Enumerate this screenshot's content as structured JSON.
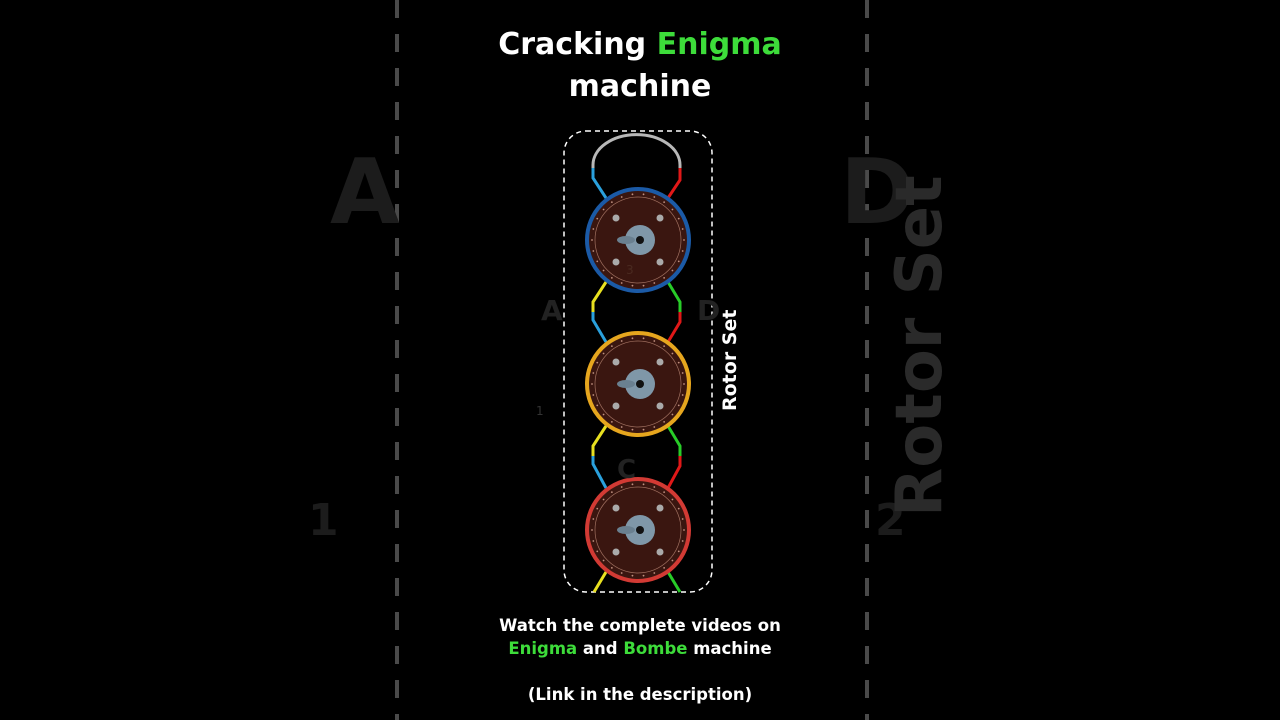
{
  "title": {
    "part1": "Cracking ",
    "highlight": "Enigma",
    "line2": "machine"
  },
  "diagram": {
    "label": "Rotor Set",
    "rotors": [
      {
        "ring_color": "#1b5aa6"
      },
      {
        "ring_color": "#e6a61e"
      },
      {
        "ring_color": "#d23a34"
      }
    ],
    "faint_letters": {
      "a": "A",
      "d": "D",
      "one": "1",
      "two": "2",
      "c": "C",
      "three": "3"
    }
  },
  "caption": {
    "line1": "Watch the complete videos on",
    "enigma": "Enigma",
    "and": " and ",
    "bombe": "Bombe",
    "machine": " machine",
    "link": "(Link in the description)"
  },
  "colors": {
    "accent": "#3ddc3a",
    "background": "#000000"
  }
}
